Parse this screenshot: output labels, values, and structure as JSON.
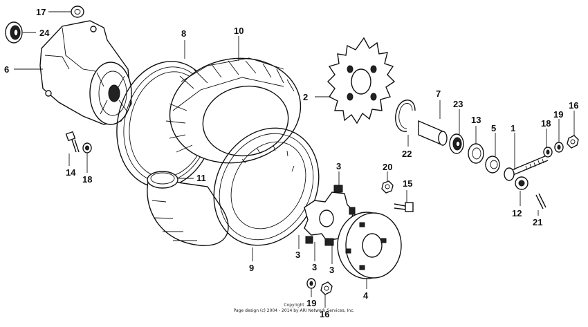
{
  "copyright": {
    "line1": "Copyright",
    "line2": "Page design (c) 2004 - 2014 by ARI Network Services, Inc."
  },
  "callouts": {
    "c1": "1",
    "c2": "2",
    "c3a": "3",
    "c3b": "3",
    "c3c": "3",
    "c3d": "3",
    "c4": "4",
    "c5": "5",
    "c6": "6",
    "c7": "7",
    "c8": "8",
    "c9": "9",
    "c10": "10",
    "c11": "11",
    "c12": "12",
    "c13": "13",
    "c14": "14",
    "c15": "15",
    "c16a": "16",
    "c16b": "16",
    "c17": "17",
    "c18a": "18",
    "c18b": "18",
    "c19a": "19",
    "c19b": "19",
    "c20": "20",
    "c21": "21",
    "c22": "22",
    "c23": "23",
    "c24": "24"
  }
}
